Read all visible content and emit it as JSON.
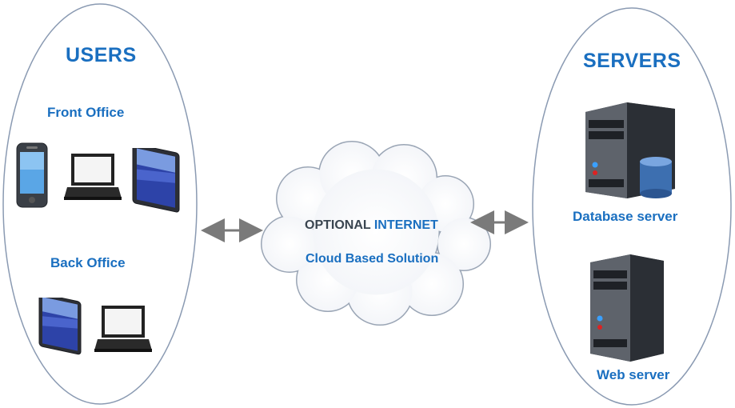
{
  "colors": {
    "accent_blue": "#1a6fc0",
    "dark_text": "#3a4550",
    "ellipse_stroke": "#8a9ab2",
    "arrow": "#7a7a7a"
  },
  "users": {
    "title": "USERS",
    "front_office": {
      "label": "Front Office",
      "devices": [
        "smartphone-icon",
        "laptop-icon",
        "tablet-icon"
      ]
    },
    "back_office": {
      "label": "Back Office",
      "devices": [
        "tablet-icon",
        "laptop-icon"
      ]
    }
  },
  "cloud": {
    "line1_prefix": "OPTIONAL",
    "line1_highlight": "INTERNET",
    "line2": "Cloud Based Solution"
  },
  "servers": {
    "title": "SERVERS",
    "database_server": "Database server",
    "web_server": "Web server"
  },
  "connectors": [
    "users-to-cloud",
    "cloud-to-servers"
  ]
}
